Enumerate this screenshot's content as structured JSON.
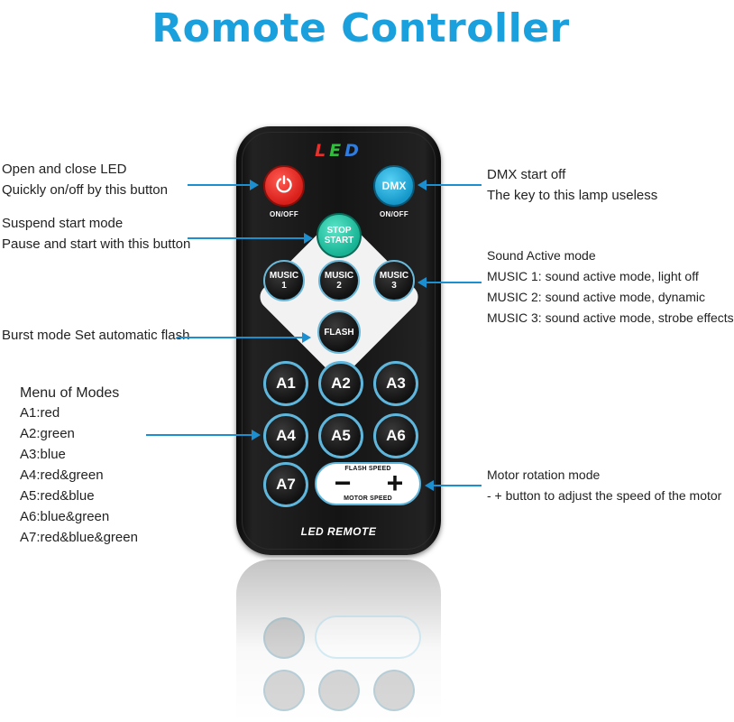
{
  "title": "Romote Controller",
  "remote": {
    "brand": [
      "L",
      "E",
      "D"
    ],
    "power_label": "ON/OFF",
    "dmx_text": "DMX",
    "dmx_label": "ON/OFF",
    "stop_start": [
      "STOP",
      "START"
    ],
    "music": [
      {
        "line1": "MUSIC",
        "line2": "1"
      },
      {
        "line1": "MUSIC",
        "line2": "2"
      },
      {
        "line1": "MUSIC",
        "line2": "3"
      }
    ],
    "flash": "FLASH",
    "modes": [
      "A1",
      "A2",
      "A3",
      "A4",
      "A5",
      "A6",
      "A7"
    ],
    "flash_speed": "FLASH SPEED",
    "motor_speed": "MOTOR SPEED",
    "minus": "−",
    "plus": "+",
    "footer": "LED REMOTE"
  },
  "notes": {
    "power": [
      "Open  and  close  LED",
      "Quickly  on/off  by  this  button"
    ],
    "suspend": [
      "Suspend start mode",
      "Pause and start with this button"
    ],
    "burst": "Burst mode Set automatic flash",
    "menu_title": "Menu of Modes",
    "menu": [
      "A1:red",
      "A2:green",
      "A3:blue",
      "A4:red&green",
      "A5:red&blue",
      "A6:blue&green",
      "A7:red&blue&green"
    ],
    "dmx": [
      "DMX  start  off",
      "The  key  to  this  lamp  useless"
    ],
    "sound": [
      "Sound Active mode",
      "MUSIC 1: sound active mode, light off",
      "MUSIC 2: sound active mode, dynamic",
      "MUSIC 3: sound active mode, strobe effects"
    ],
    "motor": [
      "Motor rotation mode",
      "- + button to adjust the speed of the motor"
    ]
  },
  "colors": {
    "title": "#1aa0dd",
    "arrow": "#1c8fd0",
    "power": "#e8302c",
    "dmx": "#1598c9",
    "stop_start": "#17b294",
    "ring": "#5fb6dc"
  },
  "icons": {
    "power": "power-icon",
    "minus": "minus-icon",
    "plus": "plus-icon"
  }
}
